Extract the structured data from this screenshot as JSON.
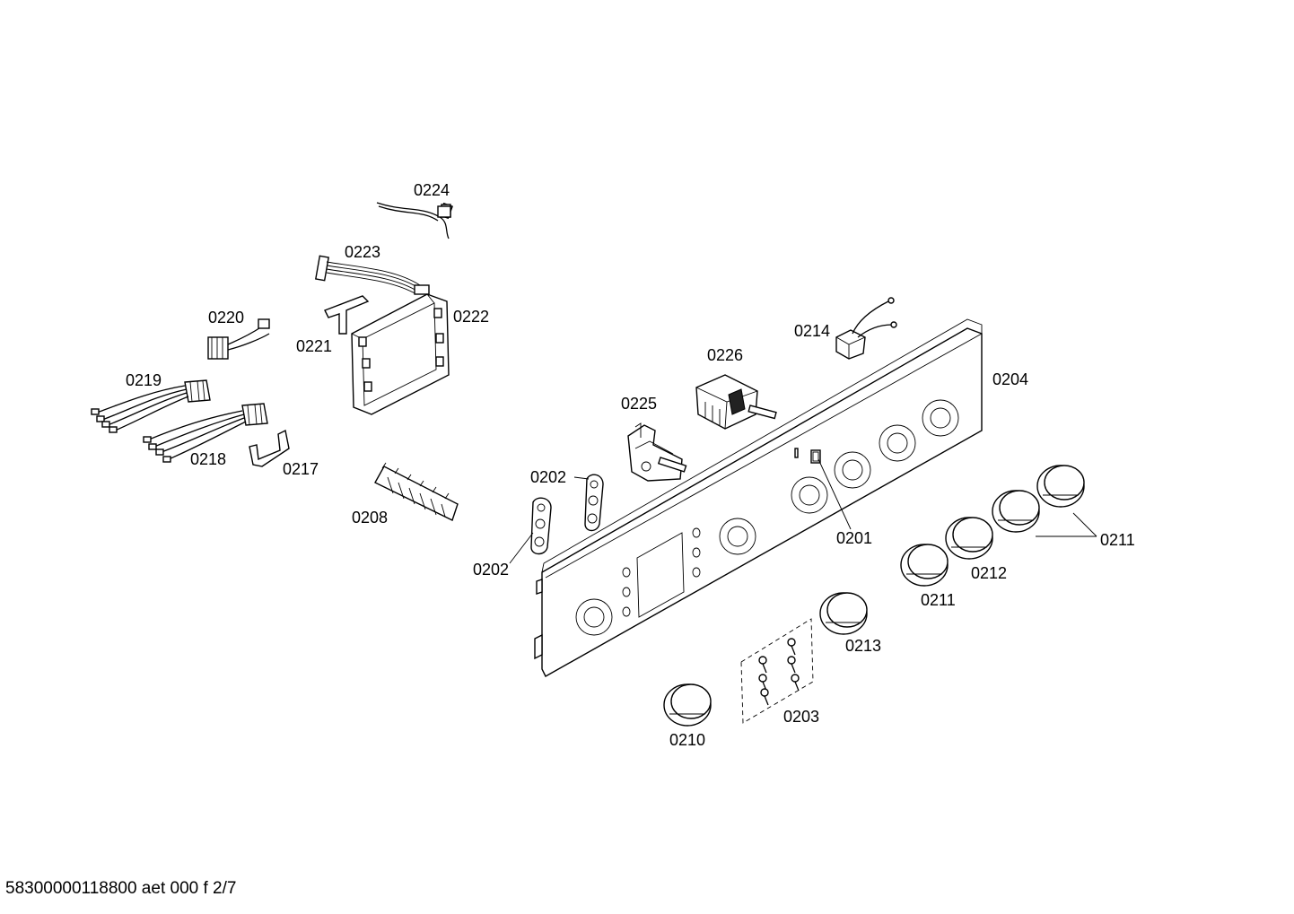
{
  "labels": {
    "l0224": "0224",
    "l0223": "0223",
    "l0222": "0222",
    "l0221": "0221",
    "l0220": "0220",
    "l0219": "0219",
    "l0218": "0218",
    "l0217": "0217",
    "l0208": "0208",
    "l0202a": "0202",
    "l0202b": "0202",
    "l0225": "0225",
    "l0226": "0226",
    "l0214": "0214",
    "l0204": "0204",
    "l0201": "0201",
    "l0211a": "0211",
    "l0211b": "0211",
    "l0212": "0212",
    "l0213": "0213",
    "l0203": "0203",
    "l0210": "0210"
  },
  "footer": "58300000118800 aet 000 f 2/7"
}
